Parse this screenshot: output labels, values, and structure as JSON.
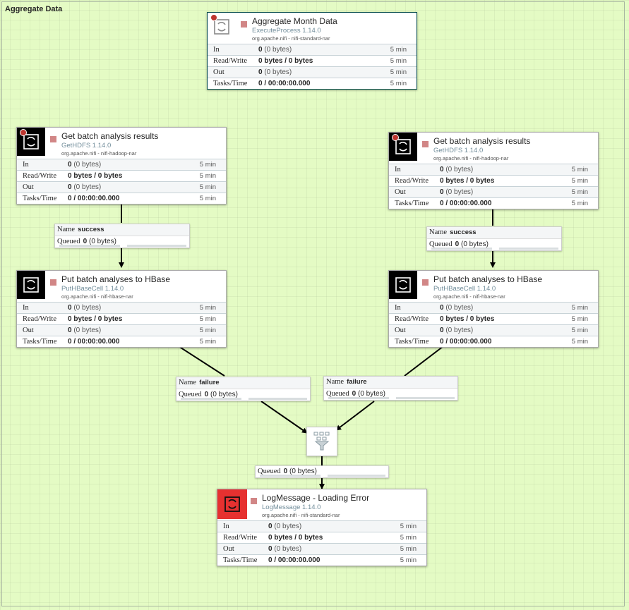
{
  "group": {
    "title": "Aggregate Data"
  },
  "stat_labels": {
    "in": "In",
    "read_write": "Read/Write",
    "out": "Out",
    "tasks_time": "Tasks/Time"
  },
  "connection_labels": {
    "name": "Name",
    "queued": "Queued"
  },
  "processors": {
    "aggregate": {
      "name": "Aggregate Month Data",
      "type": "ExecuteProcess 1.14.0",
      "bundle": "org.apache.nifi - nifi-standard-nar",
      "in_count": "0",
      "in_size": "(0 bytes)",
      "read_write": "0 bytes / 0 bytes",
      "out_count": "0",
      "out_size": "(0 bytes)",
      "tasks_time": "0 / 00:00:00.000",
      "window": "5 min"
    },
    "get_left": {
      "name": "Get batch analysis results",
      "type": "GetHDFS 1.14.0",
      "bundle": "org.apache.nifi - nifi-hadoop-nar",
      "in_count": "0",
      "in_size": "(0 bytes)",
      "read_write": "0 bytes / 0 bytes",
      "out_count": "0",
      "out_size": "(0 bytes)",
      "tasks_time": "0 / 00:00:00.000",
      "window": "5 min"
    },
    "get_right": {
      "name": "Get batch analysis results",
      "type": "GetHDFS 1.14.0",
      "bundle": "org.apache.nifi - nifi-hadoop-nar",
      "in_count": "0",
      "in_size": "(0 bytes)",
      "read_write": "0 bytes / 0 bytes",
      "out_count": "0",
      "out_size": "(0 bytes)",
      "tasks_time": "0 / 00:00:00.000",
      "window": "5 min"
    },
    "put_left": {
      "name": "Put batch analyses to HBase",
      "type": "PutHBaseCell 1.14.0",
      "bundle": "org.apache.nifi - nifi-hbase-nar",
      "in_count": "0",
      "in_size": "(0 bytes)",
      "read_write": "0 bytes / 0 bytes",
      "out_count": "0",
      "out_size": "(0 bytes)",
      "tasks_time": "0 / 00:00:00.000",
      "window": "5 min"
    },
    "put_right": {
      "name": "Put batch analyses to HBase",
      "type": "PutHBaseCell 1.14.0",
      "bundle": "org.apache.nifi - nifi-hbase-nar",
      "in_count": "0",
      "in_size": "(0 bytes)",
      "read_write": "0 bytes / 0 bytes",
      "out_count": "0",
      "out_size": "(0 bytes)",
      "tasks_time": "0 / 00:00:00.000",
      "window": "5 min"
    },
    "log": {
      "name": "LogMessage - Loading Error",
      "type": "LogMessage 1.14.0",
      "bundle": "org.apache.nifi - nifi-standard-nar",
      "in_count": "0",
      "in_size": "(0 bytes)",
      "read_write": "0 bytes / 0 bytes",
      "out_count": "0",
      "out_size": "(0 bytes)",
      "tasks_time": "0 / 00:00:00.000",
      "window": "5 min"
    }
  },
  "connections": {
    "success_left": {
      "name": "success",
      "queued_count": "0",
      "queued_size": "(0 bytes)"
    },
    "success_right": {
      "name": "success",
      "queued_count": "0",
      "queued_size": "(0 bytes)"
    },
    "failure_left": {
      "name": "failure",
      "queued_count": "0",
      "queued_size": "(0 bytes)"
    },
    "failure_right": {
      "name": "failure",
      "queued_count": "0",
      "queued_size": "(0 bytes)"
    },
    "funnel_out": {
      "queued_count": "0",
      "queued_size": "(0 bytes)"
    }
  },
  "colors": {
    "canvas": "#e4fbc4",
    "stopped": "#d18686",
    "bulletin": "#bd362f",
    "error_icon_bg": "#e63130"
  },
  "icons": {
    "processor": "processor-icon",
    "funnel": "funnel-icon",
    "stopped": "stop-icon",
    "bulletin": "bulletin-icon"
  }
}
